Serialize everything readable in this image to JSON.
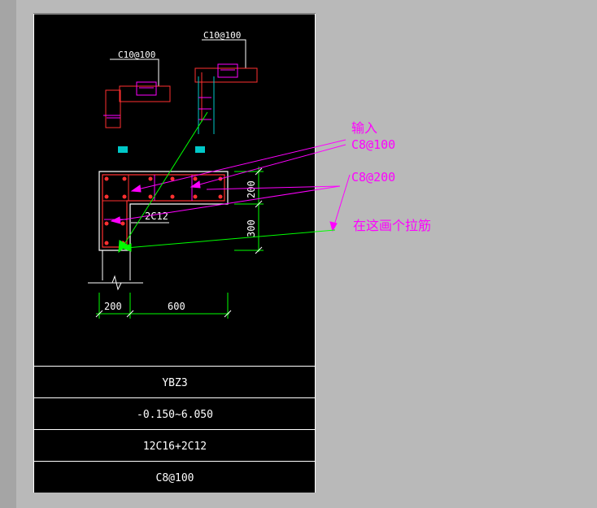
{
  "drawing": {
    "detail_left_label": "C10@100",
    "detail_right_label": "C10@100",
    "corner_bar_label": "2C12",
    "dim_200_vertical": "200",
    "dim_300_vertical": "300",
    "dim_200_horizontal": "200",
    "dim_600_horizontal": "600"
  },
  "annotations": {
    "input_label": "输入",
    "c8_100": "C8@100",
    "c8_200": "C8@200",
    "tie_note": "在这画个拉筋"
  },
  "schedule": {
    "rows": [
      "YBZ3",
      "-0.150~6.050",
      "12C16+2C12",
      "C8@100"
    ]
  },
  "colors": {
    "background": "#b9b9b9",
    "canvas": "#000000",
    "rebar": "#ff0000",
    "stirrup": "#ff00ff",
    "dimension": "#00ff00",
    "annotation": "#ff00ff",
    "leader": "#00ff00"
  }
}
